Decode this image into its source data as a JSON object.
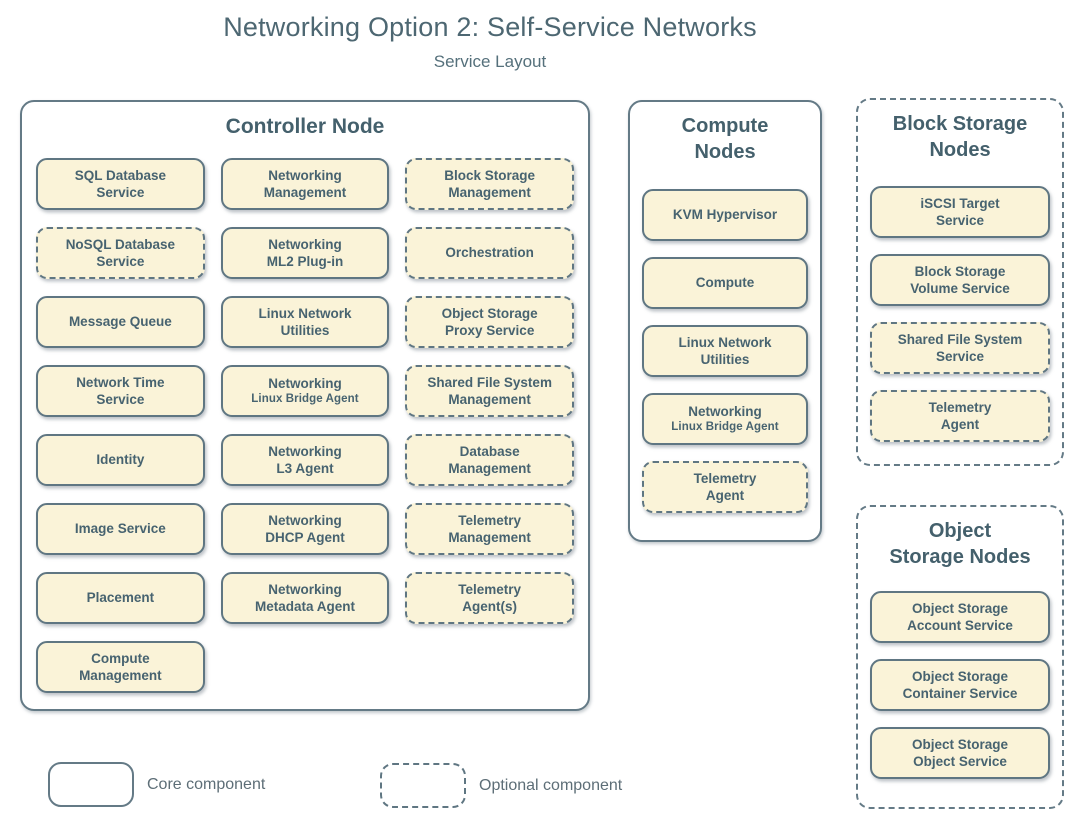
{
  "page": {
    "title": "Networking Option 2: Self-Service Networks",
    "subtitle": "Service Layout"
  },
  "colors": {
    "box_fill": "#faf3d8",
    "box_border": "#5f7682",
    "text_slate": "#476370",
    "container_border": "#647a86"
  },
  "legend": {
    "core": "Core component",
    "optional": "Optional component"
  },
  "controller": {
    "title": "Controller Node",
    "col1": [
      {
        "l1": "SQL Database",
        "l2": "Service",
        "optional": false
      },
      {
        "l1": "NoSQL Database",
        "l2": "Service",
        "optional": true
      },
      {
        "l1": "Message Queue",
        "optional": false
      },
      {
        "l1": "Network Time",
        "l2": "Service",
        "optional": false
      },
      {
        "l1": "Identity",
        "optional": false
      },
      {
        "l1": "Image Service",
        "optional": false
      },
      {
        "l1": "Placement",
        "optional": false
      },
      {
        "l1": "Compute",
        "l2": "Management",
        "optional": false
      }
    ],
    "col2": [
      {
        "l1": "Networking",
        "l2": "Management",
        "optional": false
      },
      {
        "l1": "Networking",
        "l2": "ML2 Plug-in",
        "optional": false
      },
      {
        "l1": "Linux Network",
        "l2": "Utilities",
        "optional": false
      },
      {
        "l1": "Networking",
        "l2": "Linux Bridge Agent",
        "optional": false
      },
      {
        "l1": "Networking",
        "l2": "L3 Agent",
        "optional": false
      },
      {
        "l1": "Networking",
        "l2": "DHCP Agent",
        "optional": false
      },
      {
        "l1": "Networking",
        "l2": "Metadata Agent",
        "optional": false
      }
    ],
    "col3": [
      {
        "l1": "Block Storage",
        "l2": "Management",
        "optional": true
      },
      {
        "l1": "Orchestration",
        "optional": true
      },
      {
        "l1": "Object Storage",
        "l2": "Proxy Service",
        "optional": true
      },
      {
        "l1": "Shared File System",
        "l2": "Management",
        "optional": true
      },
      {
        "l1": "Database",
        "l2": "Management",
        "optional": true
      },
      {
        "l1": "Telemetry",
        "l2": "Management",
        "optional": true
      },
      {
        "l1": "Telemetry",
        "l2": "Agent(s)",
        "optional": true
      }
    ]
  },
  "compute": {
    "t1": "Compute",
    "t2": "Nodes",
    "items": [
      {
        "l1": "KVM Hypervisor",
        "optional": false
      },
      {
        "l1": "Compute",
        "optional": false
      },
      {
        "l1": "Linux Network",
        "l2": "Utilities",
        "optional": false
      },
      {
        "l1": "Networking",
        "l2": "Linux Bridge Agent",
        "optional": false
      },
      {
        "l1": "Telemetry",
        "l2": "Agent",
        "optional": true
      }
    ]
  },
  "block_storage": {
    "t1": "Block Storage",
    "t2": "Nodes",
    "items": [
      {
        "l1": "iSCSI Target",
        "l2": "Service",
        "optional": false
      },
      {
        "l1": "Block Storage",
        "l2": "Volume Service",
        "optional": false
      },
      {
        "l1": "Shared File System",
        "l2": "Service",
        "optional": true
      },
      {
        "l1": "Telemetry",
        "l2": "Agent",
        "optional": true
      }
    ]
  },
  "object_storage": {
    "t1": "Object",
    "t2": "Storage Nodes",
    "items": [
      {
        "l1": "Object Storage",
        "l2": "Account Service",
        "optional": false
      },
      {
        "l1": "Object Storage",
        "l2": "Container Service",
        "optional": false
      },
      {
        "l1": "Object Storage",
        "l2": "Object Service",
        "optional": false
      }
    ]
  }
}
